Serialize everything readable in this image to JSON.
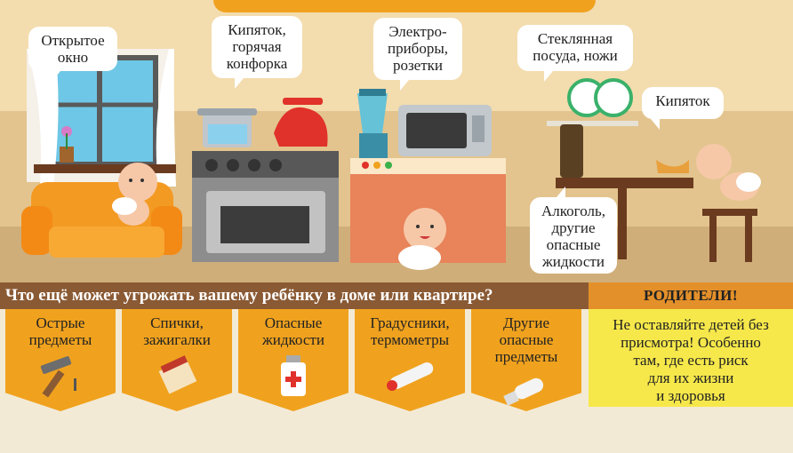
{
  "scene": {
    "bubbles": {
      "window": "Открытое\nокно",
      "stove": "Кипяток,\nгорячая\nконфорка",
      "appliances": "Электро-\nприборы,\nрозетки",
      "dishes": "Стеклянная\nпосуда, ножи",
      "boiling": "Кипяток",
      "alcohol": "Алкоголь,\nдругие\nопасные\nжидкости"
    }
  },
  "banner": {
    "question": "Что ещё может угрожать вашему ребёнку в доме или квартире?",
    "parents_title": "РОДИТЕЛИ!",
    "parents_text": "Не оставляйте детей без\nприсмотра! Особенно\nтам, где есть риск\nдля их жизни\nи здоровья"
  },
  "cards": [
    {
      "label": "Острые\nпредметы",
      "icon": "hammer-icon"
    },
    {
      "label": "Спички,\nзажигалки",
      "icon": "matches-icon"
    },
    {
      "label": "Опасные\nжидкости",
      "icon": "medicine-bottle-icon"
    },
    {
      "label": "Градусники,\nтермометры",
      "icon": "thermometer-icon"
    },
    {
      "label": "Другие\nопасные\nпредметы",
      "icon": "light-bulb-icon"
    }
  ],
  "colors": {
    "banner_brown": "#8a5a34",
    "card_orange": "#f0a21e",
    "parents_yellow": "#f6e84a",
    "parents_header": "#e4902a"
  }
}
